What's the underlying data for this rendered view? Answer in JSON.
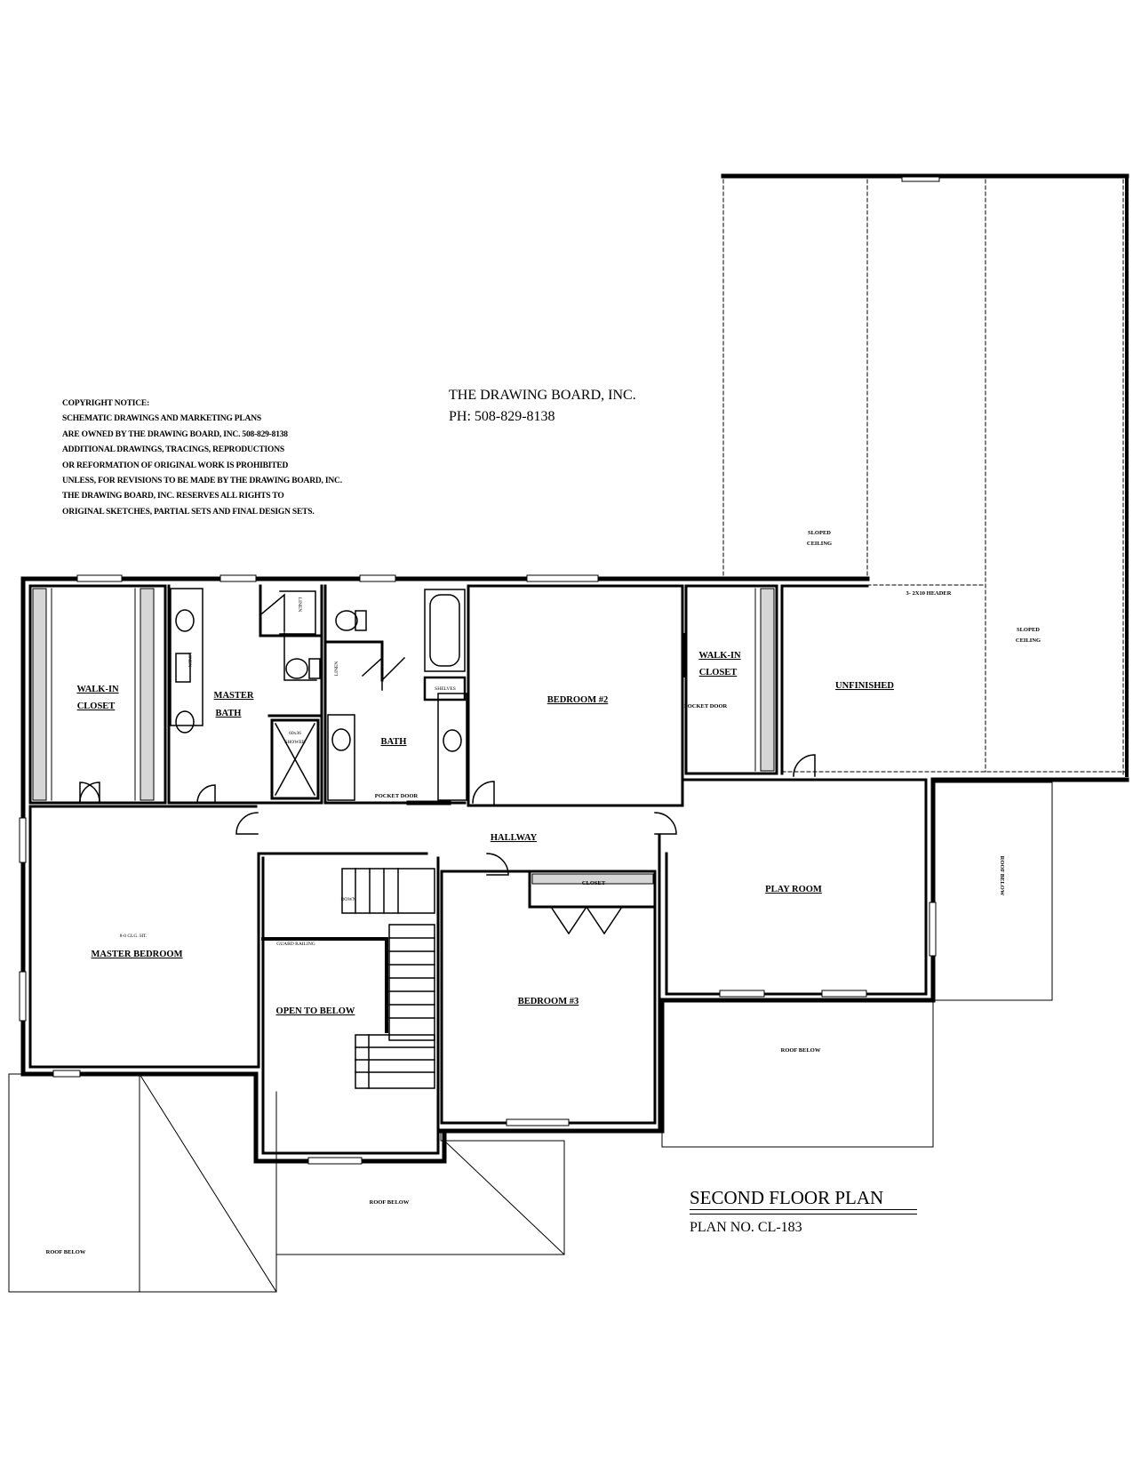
{
  "copyright_notice": [
    "COPYRIGHT NOTICE:",
    "SCHEMATIC DRAWINGS AND MARKETING PLANS",
    "ARE OWNED BY THE DRAWING BOARD, INC. 508-829-8138",
    "ADDITIONAL DRAWINGS, TRACINGS, REPRODUCTIONS",
    "OR REFORMATION OF ORIGINAL WORK IS PROHIBITED",
    "UNLESS, FOR REVISIONS TO BE MADE BY THE DRAWING BOARD, INC.",
    "THE DRAWING BOARD, INC. RESERVES ALL RIGHTS TO",
    "ORIGINAL SKETCHES, PARTIAL SETS AND FINAL DESIGN SETS."
  ],
  "company": {
    "name": "THE DRAWING BOARD, INC.",
    "phone": "PH: 508-829-8138"
  },
  "title_block": {
    "title": "SECOND FLOOR PLAN",
    "plan_no": "PLAN NO. CL-183"
  },
  "rooms": {
    "walk_in_closet_1": [
      "WALK-IN",
      "CLOSET"
    ],
    "master_bath": [
      "MASTER",
      "BATH"
    ],
    "bath": "BATH",
    "bedroom_2": "BEDROOM #2",
    "walk_in_closet_2": [
      "WALK-IN",
      "CLOSET"
    ],
    "unfinished": "UNFINISHED",
    "hallway": "HALLWAY",
    "master_bedroom": "MASTER BEDROOM",
    "open_to_below": "OPEN TO BELOW",
    "bedroom_3": "BEDROOM #3",
    "play_room": "PLAY ROOM",
    "closet": "CLOSET"
  },
  "notes": {
    "sloped_ceiling": [
      "SLOPED",
      "CEILING"
    ],
    "header": "3- 2X10 HEADER",
    "roof_below": "ROOF BELOW",
    "pocket_door": "POCKET DOOR",
    "shower": [
      "60x36",
      "SHOWER"
    ],
    "shelves": "SHELVES",
    "linen": "LINEN",
    "down": "DOWN",
    "guard_railing": "GUARD RAILING",
    "ceiling_height": "8-0 CLG. HT."
  },
  "colors": {
    "line": "#000000",
    "hatch": "#d6d6d6",
    "paper": "#ffffff"
  }
}
